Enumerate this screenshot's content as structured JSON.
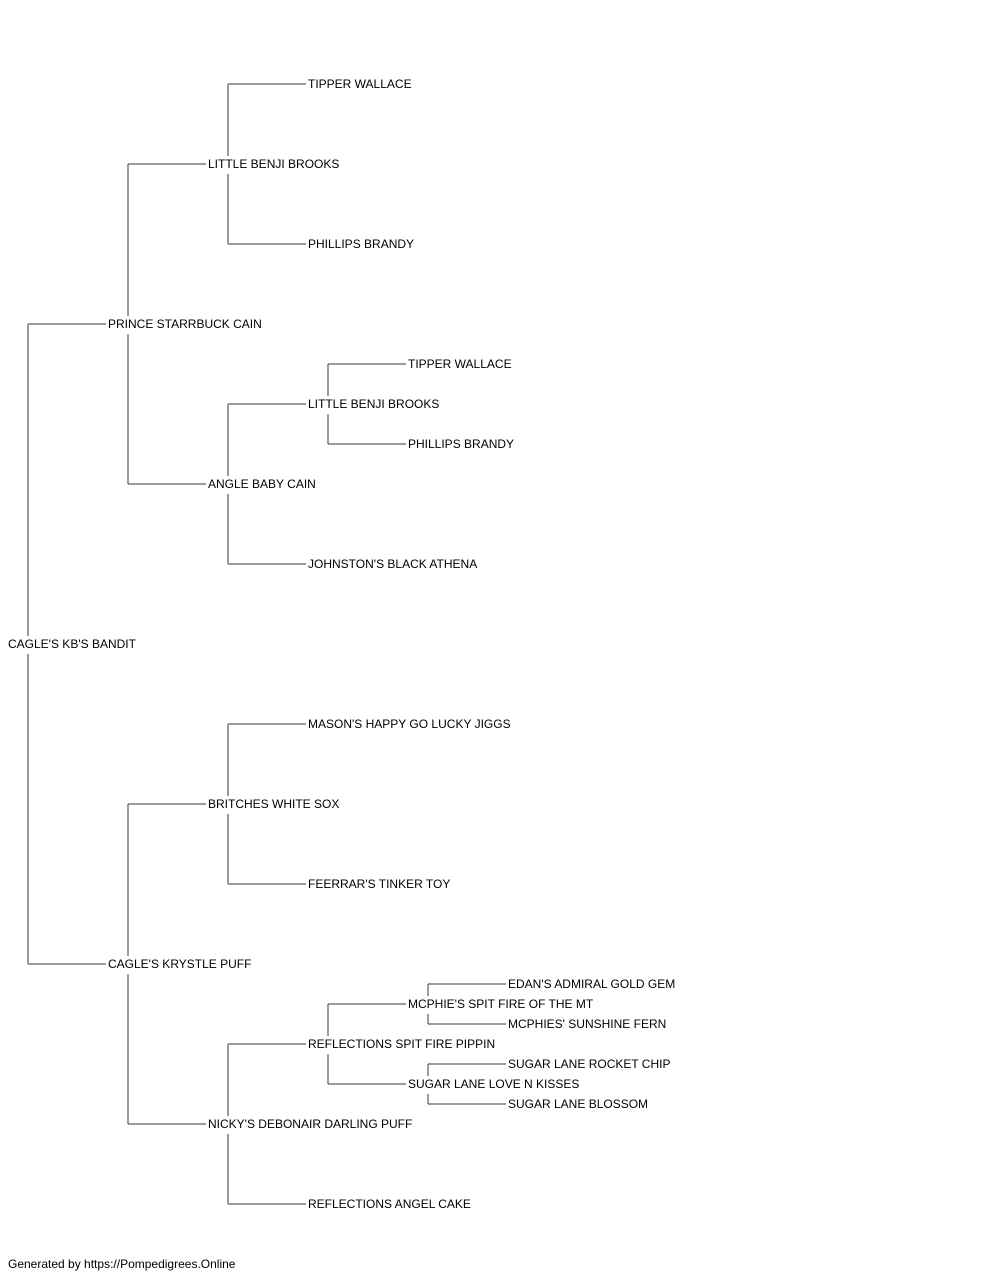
{
  "pedigree": {
    "subject": "CAGLE'S KB'S BANDIT",
    "sire": {
      "name": "PRINCE STARRBUCK CAIN",
      "sire": {
        "name": "LITTLE BENJI BROOKS",
        "sire": {
          "name": "TIPPER WALLACE"
        },
        "dam": {
          "name": "PHILLIPS BRANDY"
        }
      },
      "dam": {
        "name": "ANGLE BABY CAIN",
        "sire": {
          "name": "LITTLE BENJI BROOKS",
          "sire": {
            "name": "TIPPER WALLACE"
          },
          "dam": {
            "name": "PHILLIPS BRANDY"
          }
        },
        "dam": {
          "name": "JOHNSTON'S BLACK ATHENA"
        }
      }
    },
    "dam": {
      "name": "CAGLE'S KRYSTLE PUFF",
      "sire": {
        "name": "BRITCHES WHITE SOX",
        "sire": {
          "name": "MASON'S HAPPY GO LUCKY JIGGS"
        },
        "dam": {
          "name": "FEERRAR'S TINKER TOY"
        }
      },
      "dam": {
        "name": "NICKY'S DEBONAIR DARLING PUFF",
        "sire": {
          "name": "REFLECTIONS SPIT FIRE PIPPIN",
          "sire": {
            "name": "MCPHIE'S SPIT FIRE OF THE MT",
            "sire": {
              "name": "EDAN'S ADMIRAL GOLD GEM"
            },
            "dam": {
              "name": "MCPHIES' SUNSHINE FERN"
            }
          },
          "dam": {
            "name": "SUGAR LANE LOVE N KISSES",
            "sire": {
              "name": "SUGAR LANE ROCKET CHIP"
            },
            "dam": {
              "name": "SUGAR LANE BLOSSOM"
            }
          }
        },
        "dam": {
          "name": "REFLECTIONS ANGEL CAKE"
        }
      }
    }
  },
  "footer": {
    "credit": "Generated by https://Pompedigrees.Online"
  }
}
